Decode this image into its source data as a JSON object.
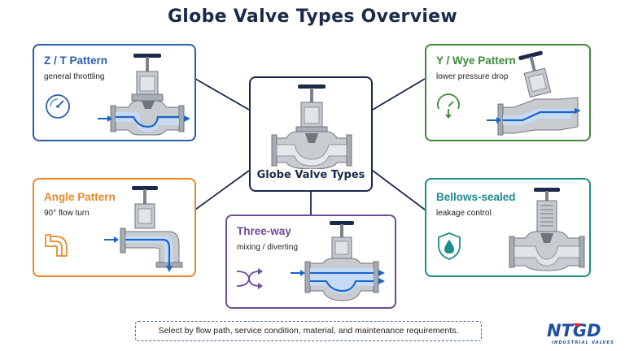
{
  "title": "Globe Valve Types Overview",
  "center": {
    "label": "Globe Valve Types"
  },
  "cards": [
    {
      "title": "Z / T Pattern",
      "subtitle": "general throttling",
      "color": "#2b5ea7",
      "icon": "gauge-icon"
    },
    {
      "title": "Y / Wye Pattern",
      "subtitle": "lower pressure drop",
      "color": "#3f8a3a",
      "icon": "gauge-down-arrow-icon"
    },
    {
      "title": "Angle Pattern",
      "subtitle": "90° flow turn",
      "color": "#e58a2b",
      "icon": "angle-pipe-icon"
    },
    {
      "title": "Three-way",
      "subtitle": "mixing / diverting",
      "color": "#6b4c9a",
      "icon": "crossing-arrows-icon"
    },
    {
      "title": "Bellows-sealed",
      "subtitle": "leakage control",
      "color": "#1f8c8c",
      "icon": "shield-drop-icon"
    }
  ],
  "footer_note": "Select by flow path, service condition, material, and maintenance requirements.",
  "logo": {
    "text": "NTGD",
    "tagline": "INDUSTRIAL VALVES",
    "color": "#1f4fa0",
    "accent": "#d6262f"
  }
}
